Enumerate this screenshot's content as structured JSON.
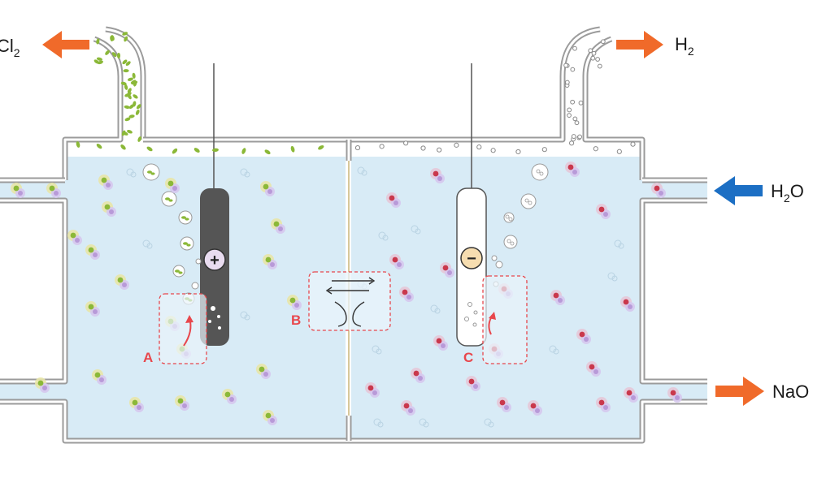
{
  "labels": {
    "cl2": "Cl",
    "cl2_sub": "2",
    "h2": "H",
    "h2_sub": "2",
    "h2o": "H",
    "h2o_sub": "2",
    "h2o_tail": "O",
    "naoh": "NaO"
  },
  "callouts": {
    "a": "A",
    "b": "B",
    "c": "C"
  },
  "electrodes": {
    "anode_symbol": "+",
    "cathode_symbol": "−"
  },
  "colors": {
    "solution": "#d8ebf6",
    "wall": "#9b9b9b",
    "anode": "#555555",
    "cathode": "#ffffff",
    "product_arrow": "#f06a2a",
    "input_arrow": "#1c6fc4",
    "callout": "#e8474c",
    "chlorine": "#8bb838",
    "sodium": "#b89ad8",
    "hydroxide": "#c9384c",
    "membrane": "#d8c89a"
  },
  "icons": {
    "cl2_out": "arrow-left-icon",
    "h2_out": "arrow-right-icon",
    "h2o_in": "arrow-left-icon",
    "naoh_out": "arrow-right-icon"
  }
}
